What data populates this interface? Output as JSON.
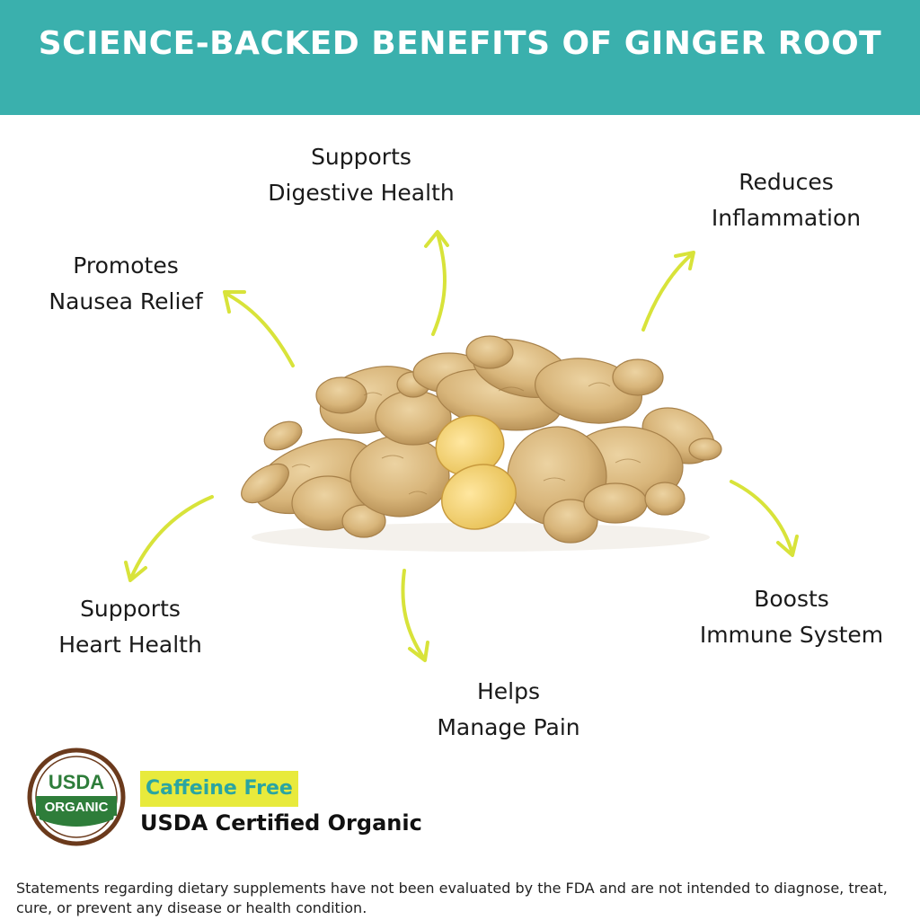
{
  "header": {
    "title": "SCIENCE-BACKED BENEFITS OF GINGER ROOT"
  },
  "benefits": [
    {
      "line1": "Supports",
      "line2": "Digestive Health"
    },
    {
      "line1": "Reduces",
      "line2": "Inflammation"
    },
    {
      "line1": "Promotes",
      "line2": "Nausea Relief"
    },
    {
      "line1": "Supports",
      "line2": "Heart Health"
    },
    {
      "line1": "Helps",
      "line2": "Manage Pain"
    },
    {
      "line1": "Boosts",
      "line2": "Immune System"
    }
  ],
  "badges": {
    "seal_top": "USDA",
    "seal_band": "ORGANIC",
    "caffeine": "Caffeine Free",
    "certified": "USDA Certified Organic"
  },
  "disclaimer": "Statements regarding dietary supplements have not been evaluated by the FDA and are not intended to diagnose, treat, cure, or prevent any disease or health condition.",
  "colors": {
    "header_bg": "#3ab0ad",
    "arrow": "#d8e33a",
    "seal_green": "#2e7d3a",
    "seal_brown": "#6b3a1c",
    "caffeine_bg": "#e8ea3c"
  },
  "image": {
    "subject": "ginger-root-pile-with-sliced-piece"
  }
}
